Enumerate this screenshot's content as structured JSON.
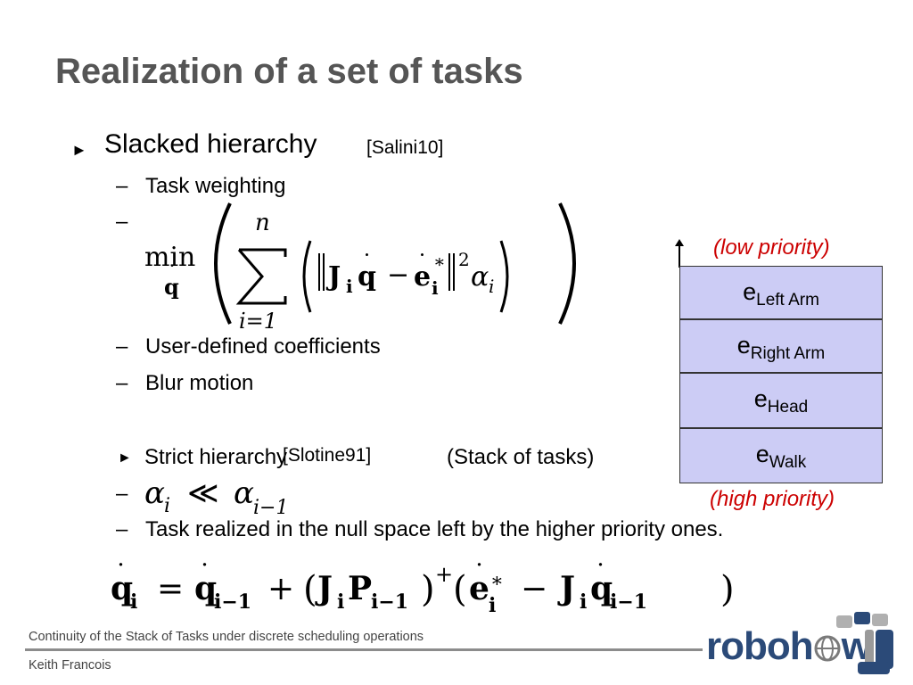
{
  "slide": {
    "title": "Realization of a set of tasks",
    "bullet1": {
      "text": "Slacked hierarchy",
      "ref": "[Salini10]"
    },
    "sub1": [
      "Task weighting",
      "User-defined coefficients",
      "Blur motion"
    ],
    "bullet2": {
      "text": "Strict hierarchy",
      "ref": "[Slotine91]",
      "note": "(Stack of tasks)"
    },
    "sub2_last": "Task realized in the null space left by the higher priority ones.",
    "dash": "–",
    "arrow": "►"
  },
  "stack": {
    "low_label": "(low priority)",
    "high_label": "(high priority)",
    "tasks": [
      {
        "e": "e",
        "sub": "Left Arm"
      },
      {
        "e": "e",
        "sub": "Right Arm"
      },
      {
        "e": "e",
        "sub": "Head"
      },
      {
        "e": "e",
        "sub": "Walk"
      }
    ]
  },
  "footer": {
    "presentation": "Continuity of the Stack of Tasks under discrete scheduling operations",
    "author": "Keith Francois",
    "logo_text_a": "roboh",
    "logo_text_b": "w"
  },
  "colors": {
    "title": "#555555",
    "priority": "#cc0000",
    "stack_fill": "#ccccf5",
    "logo": "#2b4a78"
  }
}
